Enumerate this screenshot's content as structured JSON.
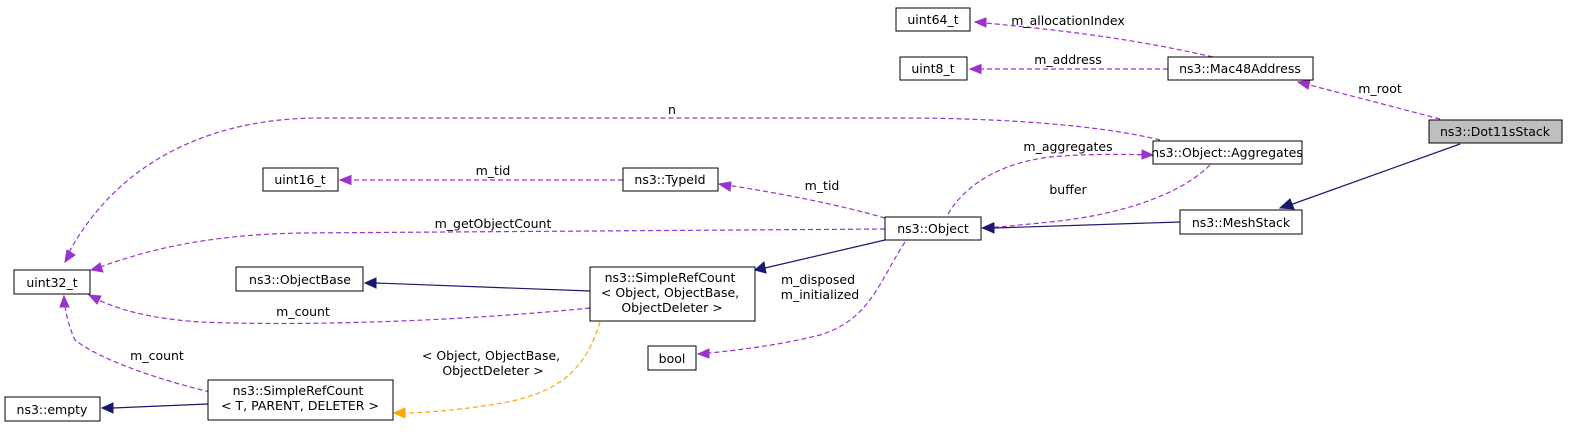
{
  "colors": {
    "inheritance": "#191970",
    "usage": "#9a32cd",
    "template": "#ffa500",
    "highlight_fill": "#bfbfbf"
  },
  "nodes": {
    "uint64_t": {
      "lines": [
        "uint64_t"
      ]
    },
    "uint8_t": {
      "lines": [
        "uint8_t"
      ]
    },
    "mac48": {
      "lines": [
        "ns3::Mac48Address"
      ]
    },
    "dot11s": {
      "lines": [
        "ns3::Dot11sStack"
      ]
    },
    "aggregates": {
      "lines": [
        "ns3::Object::Aggregates"
      ]
    },
    "uint16_t": {
      "lines": [
        "uint16_t"
      ]
    },
    "typeid": {
      "lines": [
        "ns3::TypeId"
      ]
    },
    "object": {
      "lines": [
        "ns3::Object"
      ]
    },
    "meshstack": {
      "lines": [
        "ns3::MeshStack"
      ]
    },
    "uint32_t": {
      "lines": [
        "uint32_t"
      ]
    },
    "objectbase": {
      "lines": [
        "ns3::ObjectBase"
      ]
    },
    "srcObj": {
      "lines": [
        "ns3::SimpleRefCount",
        "< Object, ObjectBase,",
        "ObjectDeleter >"
      ]
    },
    "bool": {
      "lines": [
        "bool"
      ]
    },
    "empty": {
      "lines": [
        "ns3::empty"
      ]
    },
    "srcT": {
      "lines": [
        "ns3::SimpleRefCount",
        "< T, PARENT, DELETER >"
      ]
    }
  },
  "edges": {
    "m_allocationIndex": {
      "lines": [
        "m_allocationIndex"
      ]
    },
    "m_address": {
      "lines": [
        "m_address"
      ]
    },
    "m_root": {
      "lines": [
        "m_root"
      ]
    },
    "n": {
      "lines": [
        "n"
      ]
    },
    "m_aggregates": {
      "lines": [
        "m_aggregates"
      ]
    },
    "buffer": {
      "lines": [
        "buffer"
      ]
    },
    "m_tid_typeid": {
      "lines": [
        "m_tid"
      ]
    },
    "m_tid_uint16": {
      "lines": [
        "m_tid"
      ]
    },
    "m_getObjectCount": {
      "lines": [
        "m_getObjectCount"
      ]
    },
    "m_count_srcObj": {
      "lines": [
        "m_count"
      ]
    },
    "m_count_srcT": {
      "lines": [
        "m_count"
      ]
    },
    "disposed_init": {
      "lines": [
        "m_disposed",
        "m_initialized"
      ]
    },
    "template_args": {
      "lines": [
        "< Object, ObjectBase,",
        "ObjectDeleter >"
      ]
    }
  }
}
